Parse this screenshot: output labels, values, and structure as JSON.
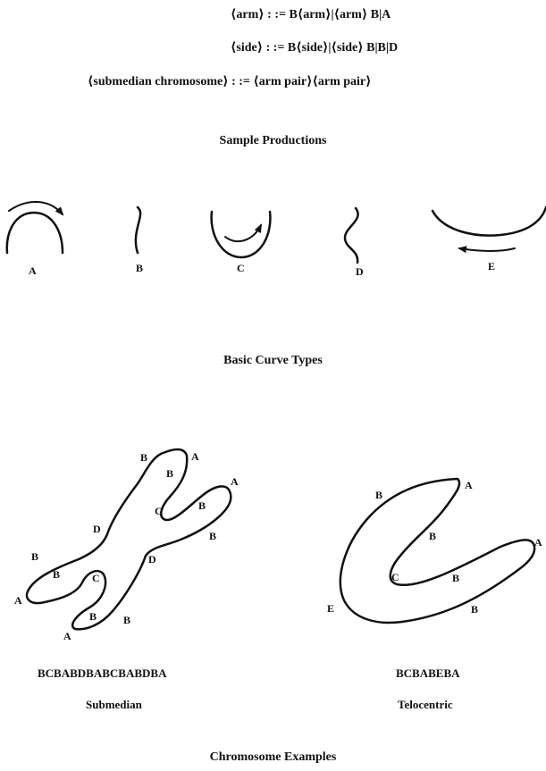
{
  "productions": [
    "⟨arm⟩ : :=  B⟨arm⟩|⟨arm⟩ B|A",
    "⟨side⟩ : :=  B⟨side⟩|⟨side⟩ B|B|D",
    "⟨submedian chromosome⟩ : := ⟨arm pair⟩⟨arm pair⟩"
  ],
  "captions": {
    "sample_productions": "Sample Productions",
    "basic_curve_types": "Basic Curve Types",
    "chromosome_examples": "Chromosome Examples"
  },
  "curve_types": [
    "A",
    "B",
    "C",
    "D",
    "E"
  ],
  "submedian": {
    "string": "BCBABDBABCBABDBA",
    "name": "Submedian",
    "labels": [
      "B",
      "A",
      "B",
      "A",
      "C",
      "B",
      "B",
      "D",
      "D",
      "B",
      "B",
      "A",
      "C",
      "B",
      "A",
      "B"
    ]
  },
  "telocentric": {
    "string": "BCBABEBA",
    "name": "Telocentric",
    "labels": [
      "B",
      "A",
      "B",
      "A",
      "C",
      "B",
      "E",
      "B"
    ]
  }
}
